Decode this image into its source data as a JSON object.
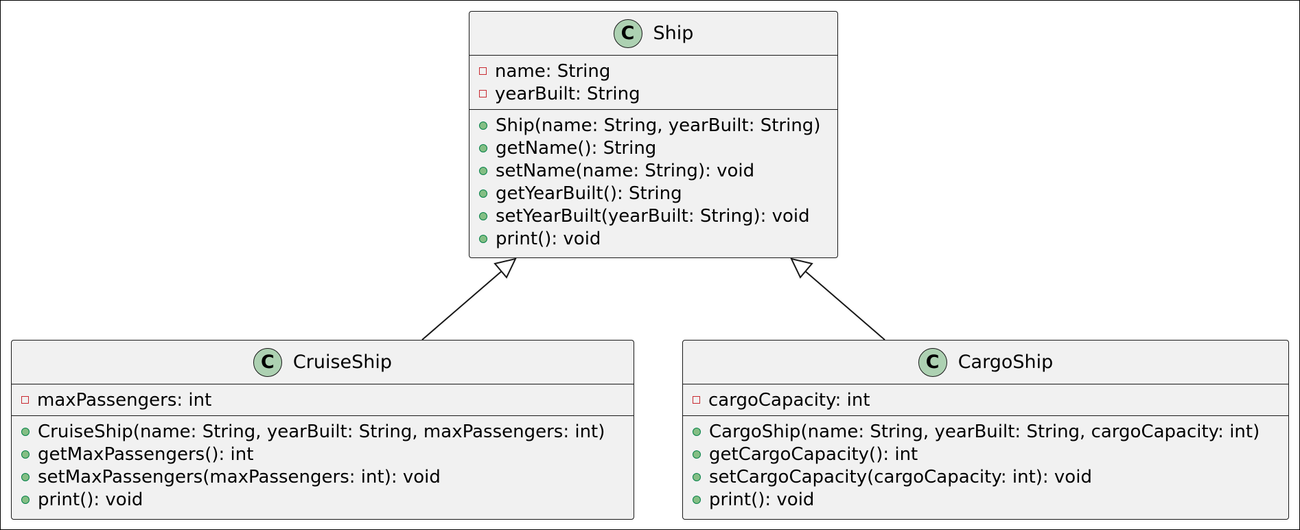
{
  "classes": {
    "ship": {
      "badge": "C",
      "name": "Ship",
      "attributes": [
        "name: String",
        "yearBuilt: String"
      ],
      "methods": [
        "Ship(name: String, yearBuilt: String)",
        "getName(): String",
        "setName(name: String): void",
        "getYearBuilt(): String",
        "setYearBuilt(yearBuilt: String): void",
        "print(): void"
      ]
    },
    "cruise": {
      "badge": "C",
      "name": "CruiseShip",
      "attributes": [
        "maxPassengers: int"
      ],
      "methods": [
        "CruiseShip(name: String, yearBuilt: String, maxPassengers: int)",
        "getMaxPassengers(): int",
        "setMaxPassengers(maxPassengers: int): void",
        "print(): void"
      ]
    },
    "cargo": {
      "badge": "C",
      "name": "CargoShip",
      "attributes": [
        "cargoCapacity: int"
      ],
      "methods": [
        "CargoShip(name: String, yearBuilt: String, cargoCapacity: int)",
        "getCargoCapacity(): int",
        "setCargoCapacity(cargoCapacity: int): void",
        "print(): void"
      ]
    }
  },
  "relations": [
    {
      "type": "inheritance",
      "from": "CruiseShip",
      "to": "Ship"
    },
    {
      "type": "inheritance",
      "from": "CargoShip",
      "to": "Ship"
    }
  ],
  "colors": {
    "class_fill": "#F1F1F1",
    "border": "#181818",
    "badge_fill": "#ADD1B2",
    "private_marker": "#C82930",
    "public_marker": "#84BE84"
  }
}
